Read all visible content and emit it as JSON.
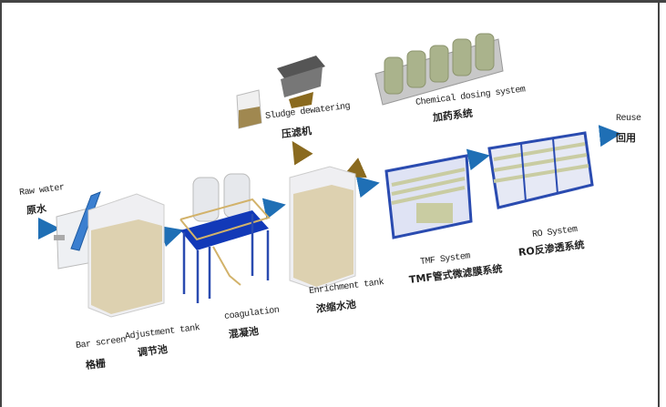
{
  "stages": {
    "raw_water": {
      "en": "Raw water",
      "cn": "原水"
    },
    "bar_screen": {
      "en": "Bar screen",
      "cn": "格栅"
    },
    "adjustment_tank": {
      "en": "Adjustment tank",
      "cn": "调节池"
    },
    "coagulation": {
      "en": "coagulation",
      "cn": "混凝池"
    },
    "enrichment_tank": {
      "en": "Enrichment tank",
      "cn": "浓缩水池"
    },
    "sludge_dewatering": {
      "en": "Sludge dewatering",
      "cn": "压滤机"
    },
    "chemical_dosing": {
      "en": "Chemical dosing system",
      "cn": "加药系统"
    },
    "tmf_system": {
      "en": "TMF System",
      "cn": "TMF管式微滤膜系统"
    },
    "ro_system": {
      "en": "RO System",
      "cn": "RO反渗透系统"
    },
    "reuse": {
      "en": "Reuse",
      "cn": "回用"
    }
  },
  "colors": {
    "flow_arrow": "#1f6fb5",
    "return_arrow": "#8a6a1f",
    "water": "#d9cba5",
    "frame": "#2a4bb0"
  }
}
